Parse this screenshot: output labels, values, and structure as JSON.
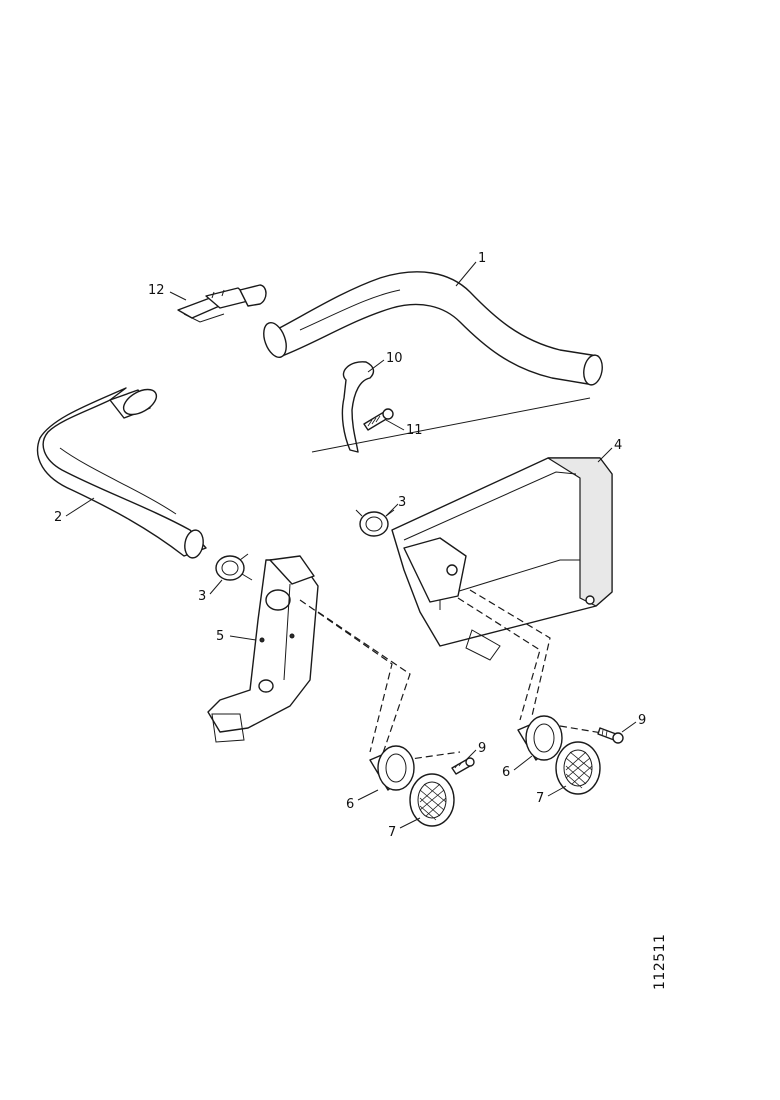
{
  "diagram": {
    "reference_code": "112511",
    "callouts": [
      {
        "id": "c1",
        "label": "1"
      },
      {
        "id": "c2",
        "label": "2"
      },
      {
        "id": "c3a",
        "label": "3"
      },
      {
        "id": "c3b",
        "label": "3"
      },
      {
        "id": "c4",
        "label": "4"
      },
      {
        "id": "c5",
        "label": "5"
      },
      {
        "id": "c6a",
        "label": "6"
      },
      {
        "id": "c6b",
        "label": "6"
      },
      {
        "id": "c7a",
        "label": "7"
      },
      {
        "id": "c7b",
        "label": "7"
      },
      {
        "id": "c9a",
        "label": "9"
      },
      {
        "id": "c9b",
        "label": "9"
      },
      {
        "id": "c10",
        "label": "10"
      },
      {
        "id": "c11",
        "label": "11"
      },
      {
        "id": "c12",
        "label": "12"
      }
    ]
  }
}
